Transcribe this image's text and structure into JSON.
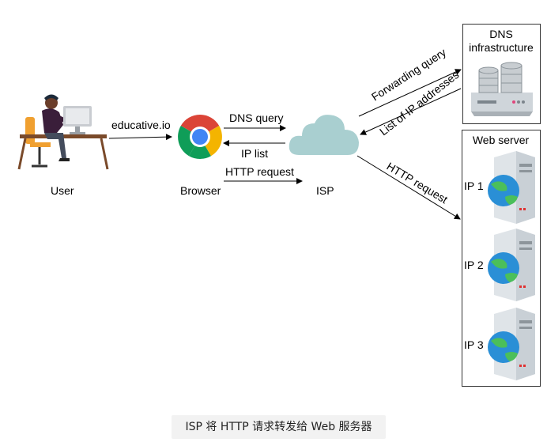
{
  "labels": {
    "user": "User",
    "url": "educative.io",
    "browser": "Browser",
    "dns_query": "DNS query",
    "ip_list": "IP list",
    "http_request_browser": "HTTP request",
    "isp": "ISP",
    "forwarding_query": "Forwarding query",
    "list_of_ip": "List of IP addresses",
    "http_request_isp": "HTTP request",
    "dns_infra_line1": "DNS",
    "dns_infra_line2": "infrastructure",
    "web_server": "Web server",
    "ip1": "IP 1",
    "ip2": "IP 2",
    "ip3": "IP 3"
  },
  "caption": "ISP 将 HTTP 请求转发给 Web 服务器",
  "icons": [
    "user-at-desk-icon",
    "chrome-browser-icon",
    "cloud-icon",
    "database-server-icon",
    "web-server-icon",
    "globe-icon"
  ],
  "colors": {
    "cloud": "#a9cfd0",
    "server": "#dfe4e8",
    "globe_blue": "#2a8fd6",
    "globe_green": "#4bbf5a"
  }
}
